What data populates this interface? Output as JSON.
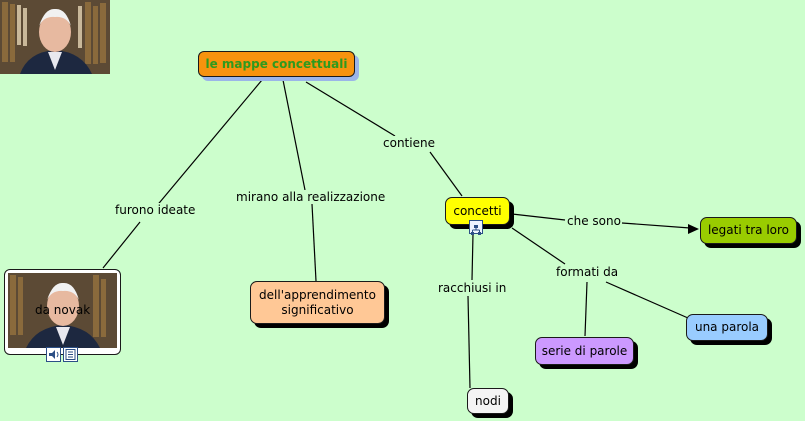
{
  "map": {
    "root": "le mappe concettuali",
    "nodes": {
      "novak": "da novak",
      "apprendimento": "dell'apprendimento significativo",
      "concetti": "concetti",
      "legati": "legati tra loro",
      "una_parola": "una parola",
      "serie": "serie di parole",
      "nodi": "nodi"
    },
    "links": {
      "furono": "furono ideate",
      "mirano": "mirano alla realizzazione",
      "contiene": "contiene",
      "che_sono": "che sono",
      "formati": "formati da",
      "racchiusi": "racchiusi in"
    }
  },
  "colors": {
    "background": "#ccfecc",
    "root_fill": "#f7930e",
    "root_text": "#2e9a1e",
    "concetti_fill": "#ffff00",
    "legati_fill": "#99cc00",
    "apprendimento_fill": "#ffc896",
    "una_parola_fill": "#99ccff",
    "serie_fill": "#cc99ff",
    "nodi_fill": "#f4f4f4"
  },
  "icons": [
    "speaker-icon",
    "document-icon",
    "submap-icon"
  ]
}
